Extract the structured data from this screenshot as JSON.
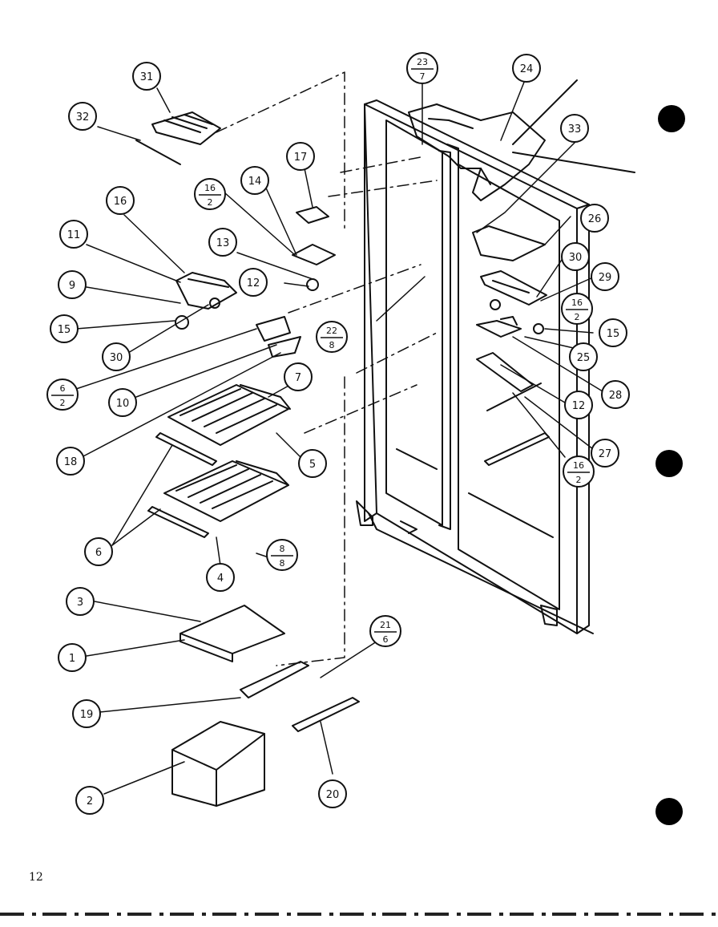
{
  "page": {
    "number": "12"
  },
  "callouts": [
    {
      "id": "c31",
      "text": "31"
    },
    {
      "id": "c32",
      "text": "32"
    },
    {
      "id": "c16a",
      "text": "16"
    },
    {
      "id": "c11",
      "text": "11"
    },
    {
      "id": "c9",
      "text": "9"
    },
    {
      "id": "c15a",
      "text": "15"
    },
    {
      "id": "c30a",
      "text": "30"
    },
    {
      "id": "c10",
      "text": "10"
    },
    {
      "id": "c18",
      "text": "18"
    },
    {
      "id": "c17",
      "text": "17"
    },
    {
      "id": "c14",
      "text": "14"
    },
    {
      "id": "c13",
      "text": "13"
    },
    {
      "id": "c12a",
      "text": "12"
    },
    {
      "id": "c7",
      "text": "7"
    },
    {
      "id": "c5",
      "text": "5"
    },
    {
      "id": "c6",
      "text": "6"
    },
    {
      "id": "c4",
      "text": "4"
    },
    {
      "id": "c3",
      "text": "3"
    },
    {
      "id": "c1",
      "text": "1"
    },
    {
      "id": "c19",
      "text": "19"
    },
    {
      "id": "c2",
      "text": "2"
    },
    {
      "id": "c20",
      "text": "20"
    },
    {
      "id": "c24",
      "text": "24"
    },
    {
      "id": "c33",
      "text": "33"
    },
    {
      "id": "c26",
      "text": "26"
    },
    {
      "id": "c30b",
      "text": "30"
    },
    {
      "id": "c29",
      "text": "29"
    },
    {
      "id": "c15b",
      "text": "15"
    },
    {
      "id": "c25",
      "text": "25"
    },
    {
      "id": "c28",
      "text": "28"
    },
    {
      "id": "c12b",
      "text": "12"
    },
    {
      "id": "c27",
      "text": "27"
    }
  ],
  "fraction_callouts": [
    {
      "id": "f16_2a",
      "top": "16",
      "bottom": "2"
    },
    {
      "id": "f6_2",
      "top": "6",
      "bottom": "2"
    },
    {
      "id": "f22_8",
      "top": "22",
      "bottom": "8"
    },
    {
      "id": "f8_8",
      "top": "8",
      "bottom": "8"
    },
    {
      "id": "f21_6",
      "top": "21",
      "bottom": "6"
    },
    {
      "id": "f23_7",
      "top": "23",
      "bottom": "7"
    },
    {
      "id": "f16_2b",
      "top": "16",
      "bottom": "2"
    },
    {
      "id": "f16_2c",
      "top": "16",
      "bottom": "2"
    }
  ]
}
